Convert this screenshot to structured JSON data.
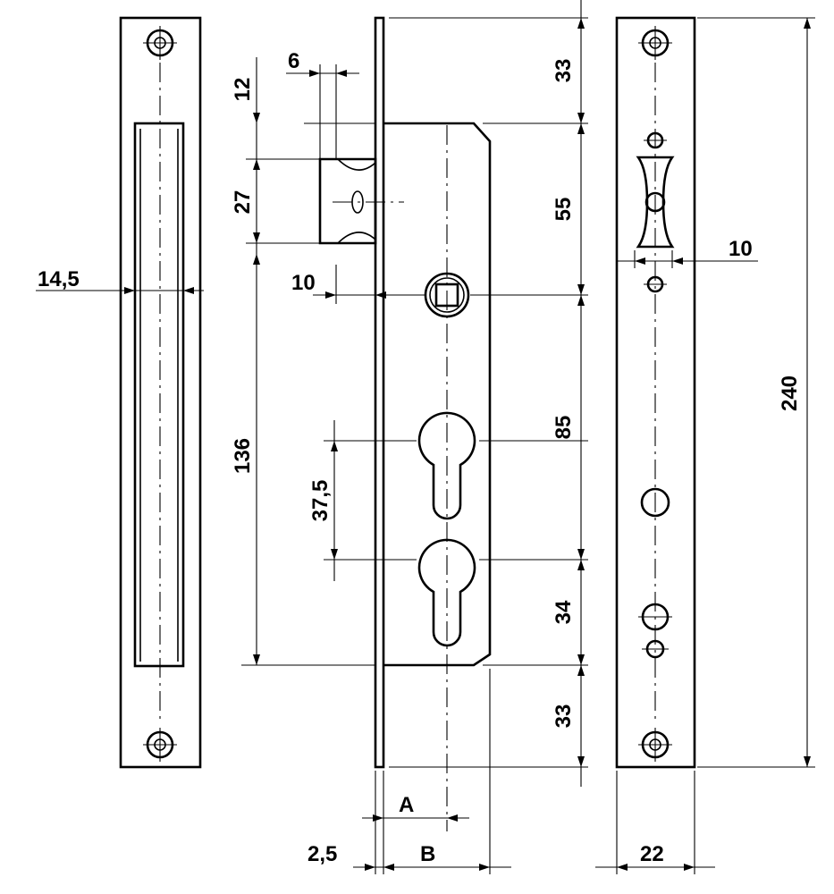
{
  "diagram": {
    "dimensions": {
      "plate_width": "14,5",
      "bolt_throw": "6",
      "top_offset": "12",
      "bolt_height": "27",
      "bolt_to_follower": "10",
      "centre_distance": "136",
      "cylinder_spacing": "37,5",
      "top_margin": "33",
      "upper_section": "55",
      "middle_section": "85",
      "lower_section": "34",
      "bottom_margin": "33",
      "total_length": "240",
      "strike_offset": "10",
      "faceplate_width": "22",
      "faceplate_thickness": "2,5",
      "backset_a": "A",
      "backset_b": "B"
    }
  }
}
